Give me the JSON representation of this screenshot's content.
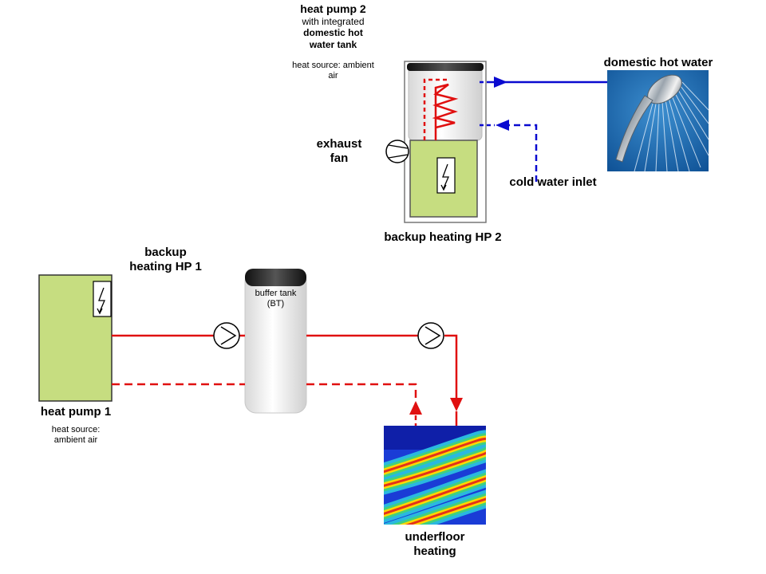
{
  "hp2": {
    "title": "heat pump 2",
    "line1": "with integrated",
    "line2": "domestic hot",
    "line3": "water tank",
    "source_a": "heat source: ambient",
    "source_b": "air"
  },
  "hp1": {
    "title": "heat pump 1",
    "source_a": "heat source:",
    "source_b": "ambient air"
  },
  "labels": {
    "dhw": "domestic hot water",
    "exhaust_a": "exhaust",
    "exhaust_b": "fan",
    "cold_inlet": "cold water inlet",
    "backup_hp2": "backup heating HP 2",
    "backup_hp1_a": "backup",
    "backup_hp1_b": "heating HP 1",
    "buffer_a": "buffer tank",
    "buffer_b": "(BT)",
    "floor_a": "underfloor",
    "floor_b": "heating"
  },
  "colors": {
    "heating_line": "#e01010",
    "water_line": "#0a0ad0",
    "unit_fill": "#c6dd80",
    "unit_fill_dark": "#b3cc6b",
    "tank_cap": "#2a2a2a"
  },
  "icons": [
    "pump-icon",
    "lightning-icon",
    "fan-icon",
    "shower-photo",
    "underfloor-thermal-image"
  ]
}
